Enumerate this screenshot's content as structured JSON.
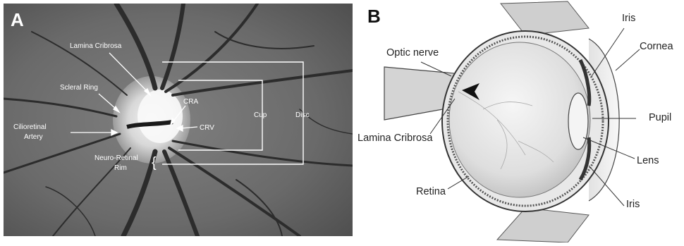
{
  "panel_a": {
    "letter": "A",
    "labels": {
      "lamina_cribrosa": "Lamina Cribrosa",
      "scleral_ring": "Scleral Ring",
      "cilioretinal_artery_line1": "Cilioretinal",
      "cilioretinal_artery_line2": "Artery",
      "cra": "CRA",
      "crv": "CRV",
      "neuro_retinal_rim_line1": "Neuro-Retinal",
      "neuro_retinal_rim_line2": "Rim",
      "cup": "Cup",
      "disc": "Disc"
    },
    "colors": {
      "background": "#6e6e6e",
      "disc": "#e8e8e8",
      "vessel": "#2e2e2e",
      "label": "#ffffff"
    }
  },
  "panel_b": {
    "letter": "B",
    "labels": {
      "optic_nerve": "Optic nerve",
      "lamina_cribrosa": "Lamina Cribrosa",
      "retina": "Retina",
      "iris_top": "Iris",
      "cornea": "Cornea",
      "pupil": "Pupil",
      "lens": "Lens",
      "iris_bottom": "Iris"
    },
    "colors": {
      "line": "#333333",
      "globe_fill": "#dcdcdc",
      "globe_inner": "#efefef"
    }
  }
}
